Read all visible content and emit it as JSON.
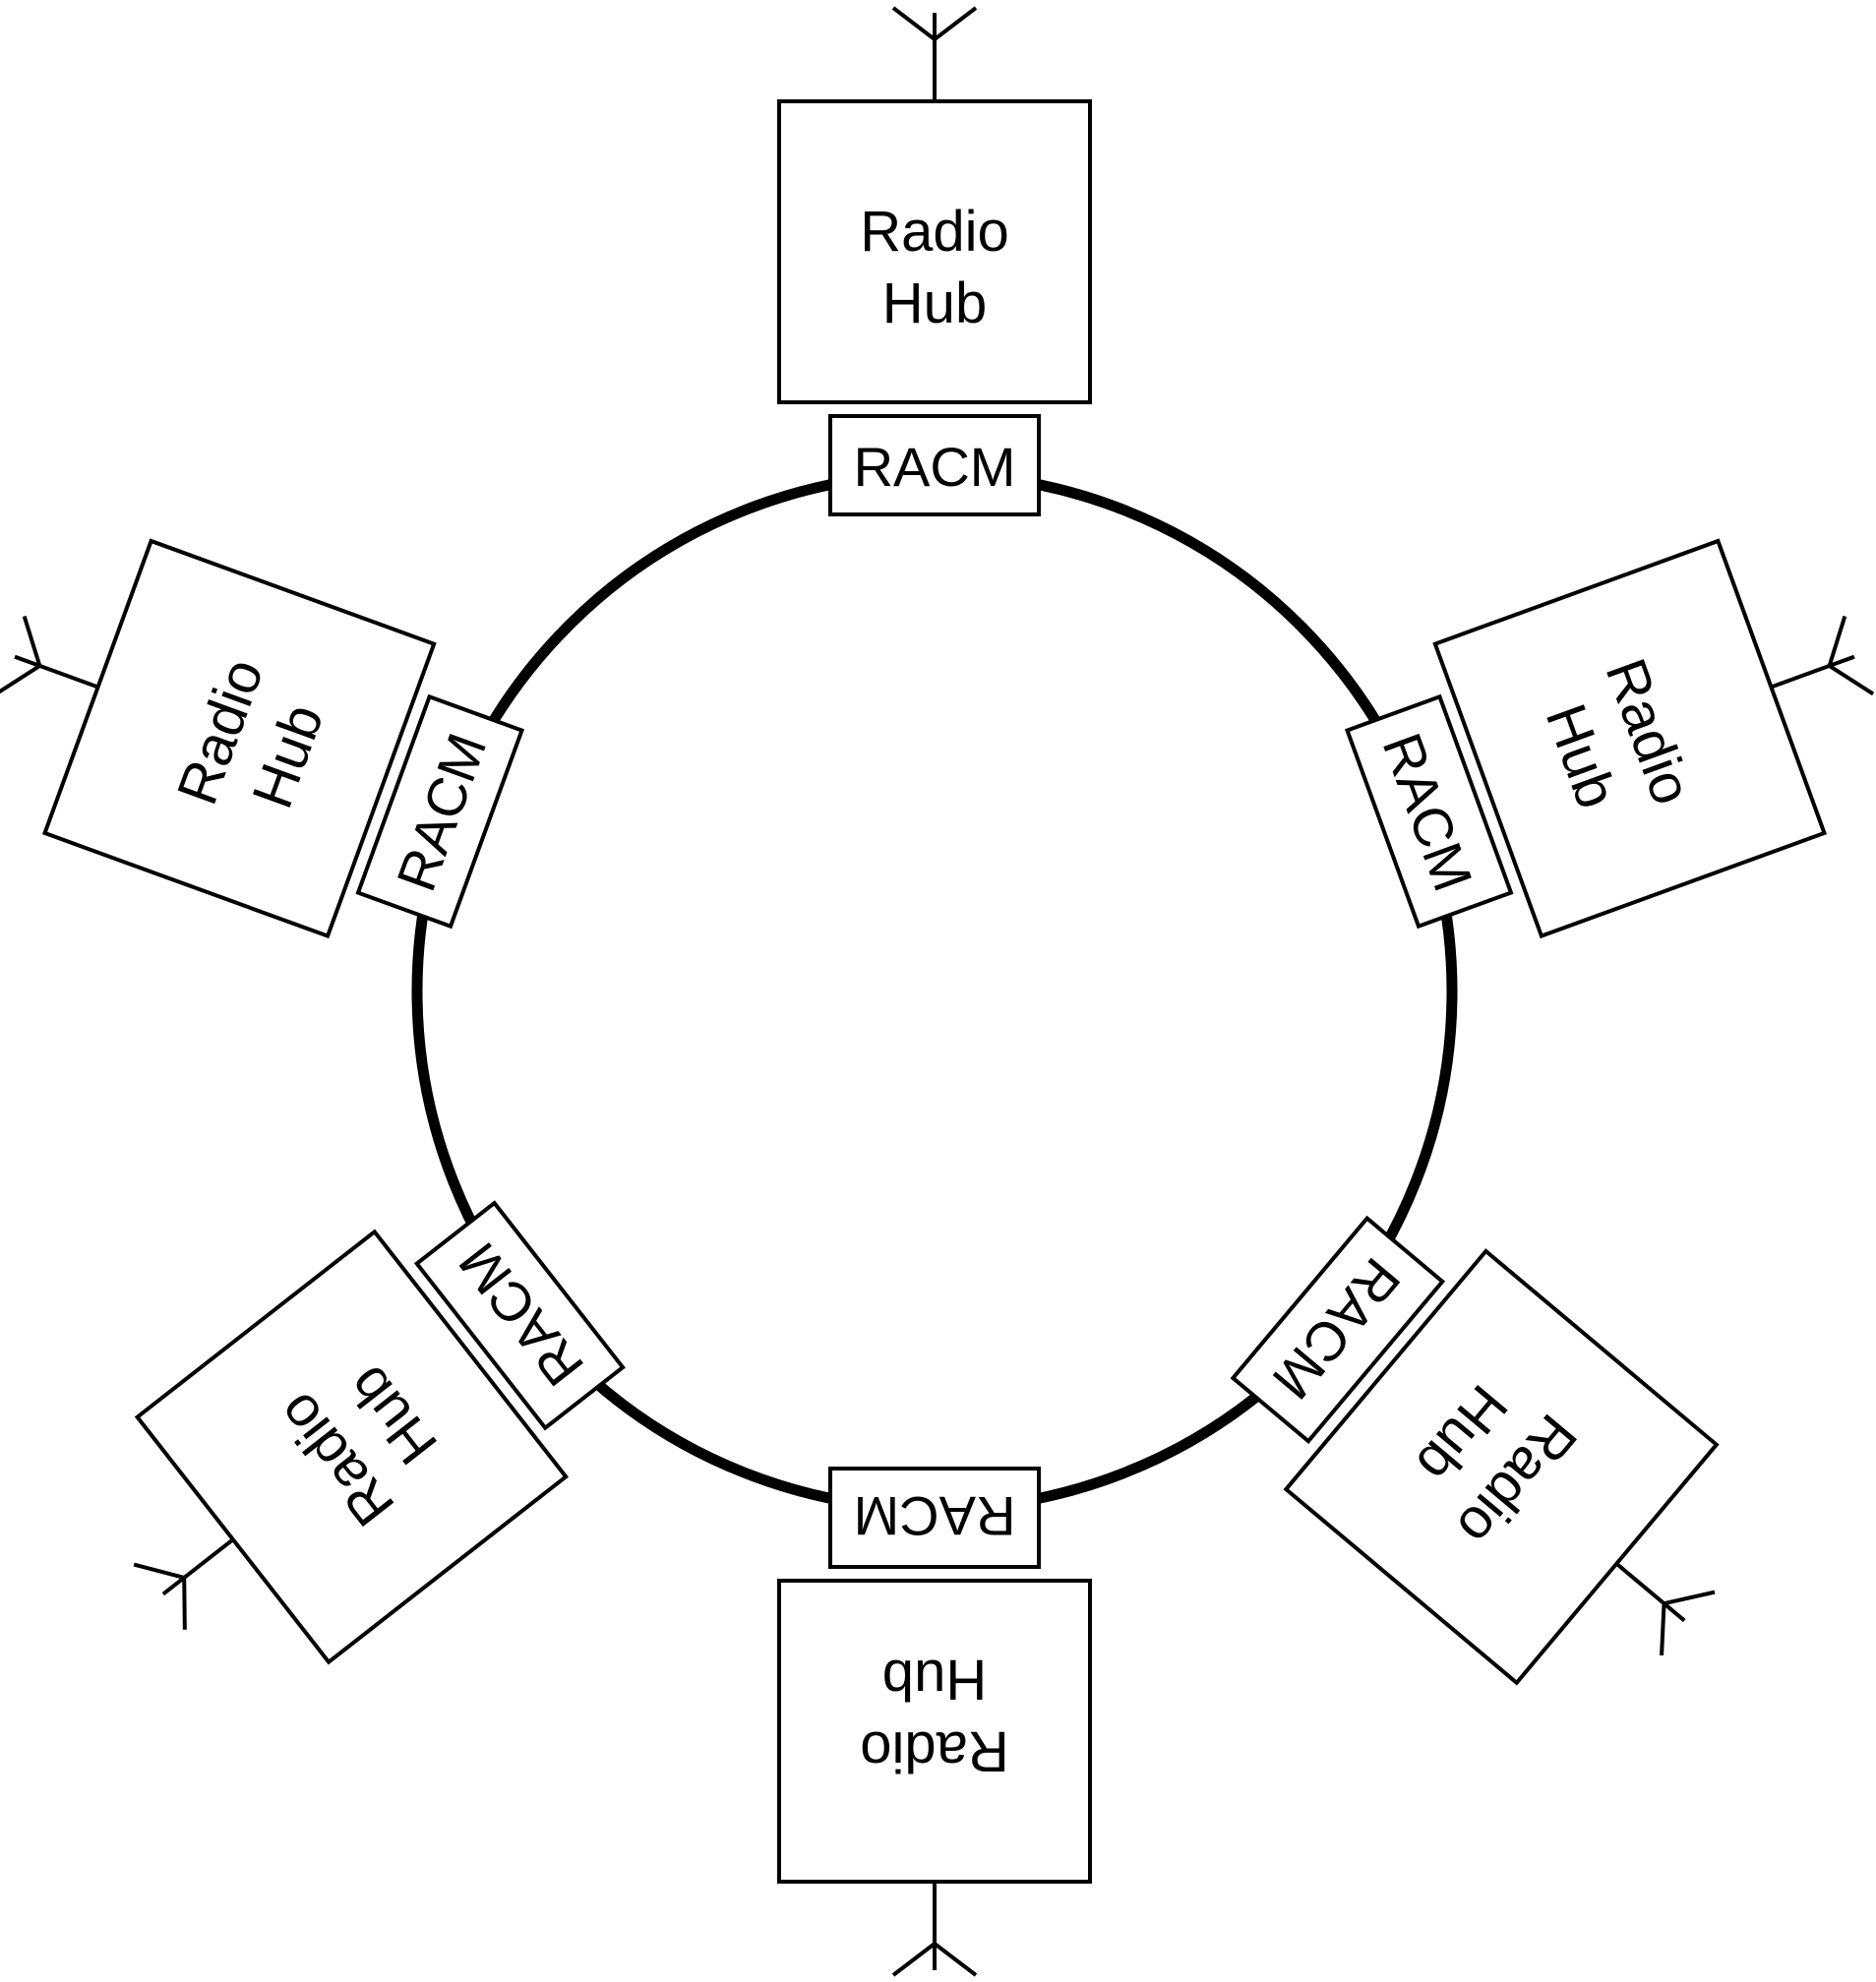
{
  "diagram": {
    "colors": {
      "line": "#000000",
      "background": "#ffffff"
    },
    "ring": {
      "description_visible": false
    },
    "nodes": [
      {
        "id": "top",
        "angle_deg": 0,
        "hub_line1": "Radio",
        "hub_line2": "Hub",
        "module_label": "RACM"
      },
      {
        "id": "upper-right",
        "angle_deg": 70,
        "hub_line1": "Radio",
        "hub_line2": "Hub",
        "module_label": "RACM"
      },
      {
        "id": "lower-right",
        "angle_deg": 130,
        "hub_line1": "Radio",
        "hub_line2": "Hub",
        "module_label": "RACM"
      },
      {
        "id": "bottom",
        "angle_deg": 180,
        "hub_line1": "Radio",
        "hub_line2": "Hub",
        "module_label": "RACM"
      },
      {
        "id": "lower-left",
        "angle_deg": 232,
        "hub_line1": "Radio",
        "hub_line2": "Hub",
        "module_label": "RACM"
      },
      {
        "id": "upper-left",
        "angle_deg": 290,
        "hub_line1": "Radio",
        "hub_line2": "Hub",
        "module_label": "RACM"
      }
    ]
  }
}
